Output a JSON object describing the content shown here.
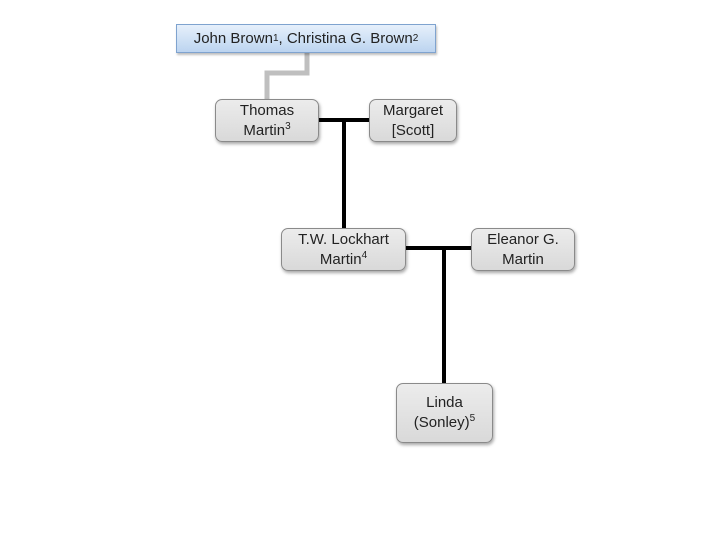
{
  "people": {
    "john_brown": {
      "name": "John Brown",
      "note": "1"
    },
    "christina_brown": {
      "name": "Christina G. Brown",
      "note": "2"
    },
    "separator": ", ",
    "thomas_martin": {
      "line1": "Thomas",
      "line2": "Martin",
      "note": "3"
    },
    "margaret_scott": {
      "line1": "Margaret",
      "line2": "[Scott]"
    },
    "tw_lockhart_martin": {
      "line1": "T.W. Lockhart",
      "line2": "Martin",
      "note": "4"
    },
    "eleanor_martin": {
      "line1": "Eleanor G.",
      "line2": "Martin"
    },
    "linda_sonley": {
      "line1": "Linda",
      "line2": "(Sonley)",
      "note": "5"
    }
  },
  "colors": {
    "connector": "#000000",
    "root_connector": "#bfbfbf",
    "root_fill": "#bcd4f0",
    "node_fill": "#d9d9d9"
  }
}
